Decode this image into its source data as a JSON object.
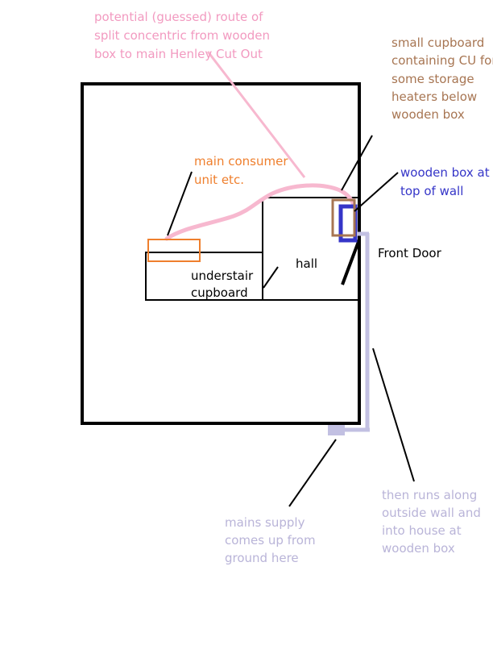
{
  "colors": {
    "background": "#ffffff",
    "walls": "#000000",
    "pink": "#f7b8cf",
    "pink_text": "#f29ac0",
    "brown": "#a77552",
    "orange": "#ef7f2d",
    "blue": "#3535c8",
    "lavender": "#c2c0e2",
    "lavender_text": "#b9b4d8"
  },
  "labels": {
    "route_note": [
      "potential (guessed) route of",
      "split concentric from wooden",
      "box to main Henley Cut Out"
    ],
    "cupboard_note": [
      "small cupboard",
      "containing CU for",
      "some storage",
      "heaters below",
      "wooden box"
    ],
    "consumer_unit": [
      "main consumer",
      "unit etc."
    ],
    "wooden_box": [
      "wooden box at",
      "top of wall"
    ],
    "front_door": "Front Door",
    "hall": "hall",
    "understair": [
      "understair",
      "cupboard"
    ],
    "outside_wall_note": [
      "then runs along",
      "outside wall and",
      "into house at",
      "wooden box"
    ],
    "mains_supply_note": [
      "mains supply",
      "comes up from",
      "ground here"
    ]
  }
}
